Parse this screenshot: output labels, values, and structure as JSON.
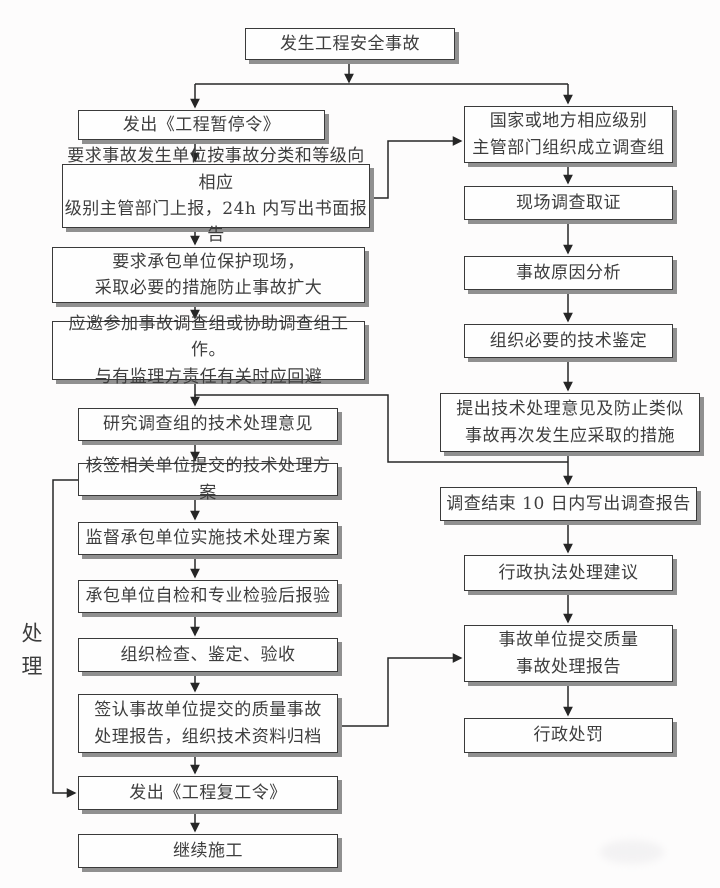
{
  "colors": {
    "page_bg": "#fdfcfc",
    "box_bg": "#fefefe",
    "box_border": "#3a3a3a",
    "box_shadow": "#909090",
    "line": "#262626",
    "text": "#3d3d3d"
  },
  "side_label": "处理",
  "nodes": {
    "top": {
      "label": "发生工程安全事故"
    },
    "left": [
      {
        "label": "发出《工程暂停令》"
      },
      {
        "label": "要求事故发生单位按事故分类和等级向相应\n级别主管部门上报，24h 内写出书面报告"
      },
      {
        "label": "要求承包单位保护现场，\n采取必要的措施防止事故扩大"
      },
      {
        "label": "应邀参加事故调查组或协助调查组工作。\n与有监理方责任有关时应回避"
      },
      {
        "label": "研究调查组的技术处理意见"
      },
      {
        "label": "核签相关单位提交的技术处理方案"
      },
      {
        "label": "监督承包单位实施技术处理方案"
      },
      {
        "label": "承包单位自检和专业检验后报验"
      },
      {
        "label": "组织检查、鉴定、验收"
      },
      {
        "label": "签认事故单位提交的质量事故\n处理报告，组织技术资料归档"
      },
      {
        "label": "发出《工程复工令》"
      },
      {
        "label": "继续施工"
      }
    ],
    "right": [
      {
        "label": "国家或地方相应级别\n主管部门组织成立调查组"
      },
      {
        "label": "现场调查取证"
      },
      {
        "label": "事故原因分析"
      },
      {
        "label": "组织必要的技术鉴定"
      },
      {
        "label": "提出技术处理意见及防止类似\n事故再次发生应采取的措施"
      },
      {
        "label": "调查结束 10 日内写出调查报告"
      },
      {
        "label": "行政执法处理建议"
      },
      {
        "label": "事故单位提交质量\n事故处理报告"
      },
      {
        "label": "行政处罚"
      }
    ]
  }
}
